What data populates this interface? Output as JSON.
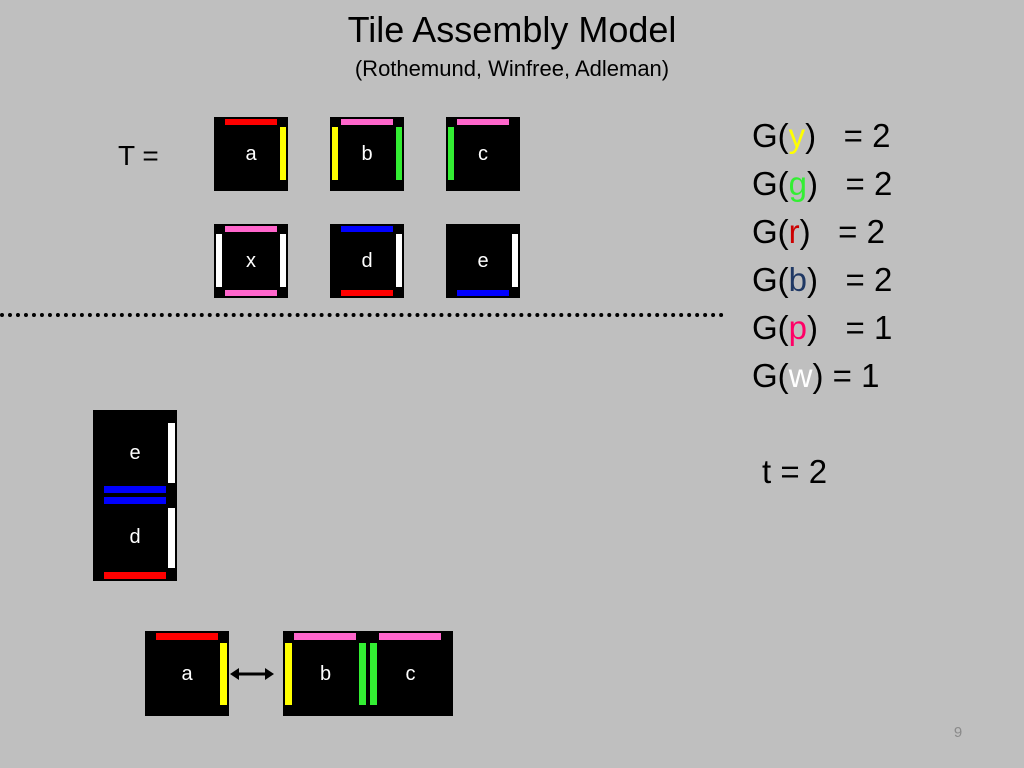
{
  "title": "Tile Assembly Model",
  "subtitle": "(Rothemund, Winfree, Adleman)",
  "tile_set_label": "T =",
  "colors": {
    "yellow": "#ffff00",
    "green": "#33ee33",
    "red": "#ff0000",
    "blue": "#0000ff",
    "pink": "#ff66cc",
    "white": "#ffffff",
    "tile": "#000000",
    "background": "#bfbfbf",
    "b_text": "#1f3864",
    "p_text": "#ff0066"
  },
  "tiles": [
    {
      "label": "a",
      "glues": {
        "north": "red",
        "east": "yellow"
      }
    },
    {
      "label": "b",
      "glues": {
        "north": "pink",
        "west": "yellow",
        "east": "green"
      }
    },
    {
      "label": "c",
      "glues": {
        "north": "pink",
        "west": "green"
      }
    },
    {
      "label": "x",
      "glues": {
        "north": "pink",
        "south": "pink",
        "west": "white",
        "east": "white"
      }
    },
    {
      "label": "d",
      "glues": {
        "north": "blue",
        "south": "red",
        "east": "white"
      }
    },
    {
      "label": "e",
      "glues": {
        "south": "blue",
        "east": "white"
      }
    }
  ],
  "strengths": [
    {
      "prefix": "G(",
      "glue": "y",
      "suffix": ")   = 2"
    },
    {
      "prefix": "G(",
      "glue": "g",
      "suffix": ")   = 2"
    },
    {
      "prefix": "G(",
      "glue": "r",
      "suffix": ")   = 2"
    },
    {
      "prefix": "G(",
      "glue": "b",
      "suffix": ")   = 2"
    },
    {
      "prefix": "G(",
      "glue": "p",
      "suffix": ")   = 1"
    },
    {
      "prefix": "G(",
      "glue": "w",
      "suffix": ") = 1"
    }
  ],
  "temperature": "t = 2",
  "assembly_vertical": [
    {
      "label": "e"
    },
    {
      "label": "d"
    }
  ],
  "assembly_horizontal": [
    {
      "label": "a"
    },
    {
      "label": "b"
    },
    {
      "label": "c"
    }
  ],
  "page_number": "9"
}
